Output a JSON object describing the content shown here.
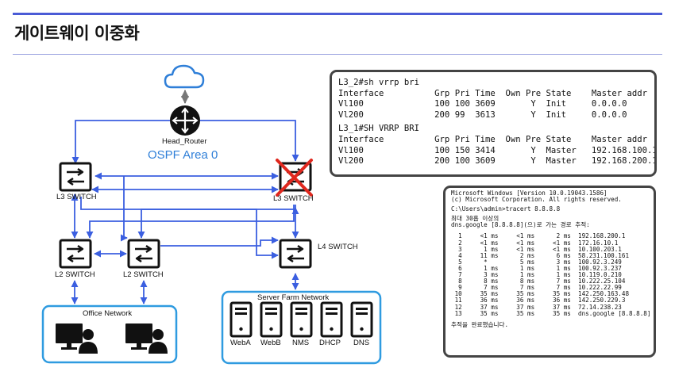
{
  "title": "게이트웨이 이중화",
  "colors": {
    "accent": "#4a5bd6",
    "link": "#3b5fe0",
    "ospf": "#2f7fd8",
    "cross": "#e0281e"
  },
  "topology": {
    "router_label": "Head_Router",
    "area_label": "OSPF Area 0",
    "l3_left_label": "L3 SWITCH",
    "l3_right_label": "L3 SWITCH",
    "l2_left_label": "L2 SWITCH",
    "l2_right_label": "L2 SWITCH",
    "l4_label": "L4 SWITCH",
    "office_label": "Office Network",
    "server_farm_label": "Server Farm Network",
    "servers": [
      "WebA",
      "WebB",
      "NMS",
      "DHCP",
      "DNS"
    ]
  },
  "vrrp_l3_2": {
    "prompt": "L3_2#sh vrrp bri",
    "header": "Interface          Grp Pri Time  Own Pre State    Master addr",
    "rows": [
      "Vl100              100 100 3609       Y  Init     0.0.0.0",
      "Vl200              200 99  3613       Y  Init     0.0.0.0"
    ]
  },
  "vrrp_l3_1": {
    "prompt": "L3_1#SH VRRP BRI",
    "header": "Interface          Grp Pri Time  Own Pre State    Master addr",
    "rows": [
      "Vl100              100 150 3414       Y  Master   192.168.100.1",
      "Vl200              200 100 3609       Y  Master   192.168.200.1"
    ]
  },
  "cmd": {
    "banner1": "Microsoft Windows [Version 10.0.19043.1586]",
    "banner2": "(c) Microsoft Corporation. All rights reserved.",
    "command": "C:\\Users\\admin>tracert 8.8.8.8",
    "header1": "최대 30홉 이상의",
    "header2": "dns.google [8.8.8.8](으)로 가는 경로 추적:",
    "hops": [
      "  1     <1 ms     <1 ms      2 ms  192.168.200.1",
      "  2     <1 ms     <1 ms     <1 ms  172.16.10.1",
      "  3      1 ms     <1 ms     <1 ms  10.100.203.1",
      "  4     11 ms      2 ms      6 ms  58.231.100.161",
      "  5      *         5 ms      3 ms  100.92.3.249",
      "  6      1 ms      1 ms      1 ms  100.92.3.237",
      "  7      3 ms      1 ms      1 ms  10.119.0.210",
      "  8      8 ms      8 ms      7 ms  10.222.25.104",
      "  9      7 ms      7 ms      7 ms  10.222.22.99",
      " 10     35 ms     35 ms     35 ms  142.250.163.48",
      " 11     36 ms     36 ms     36 ms  142.250.229.3",
      " 12     37 ms     37 ms     37 ms  72.14.238.23",
      " 13     35 ms     35 ms     35 ms  dns.google [8.8.8.8]"
    ],
    "footer": "추적을 완료했습니다."
  }
}
